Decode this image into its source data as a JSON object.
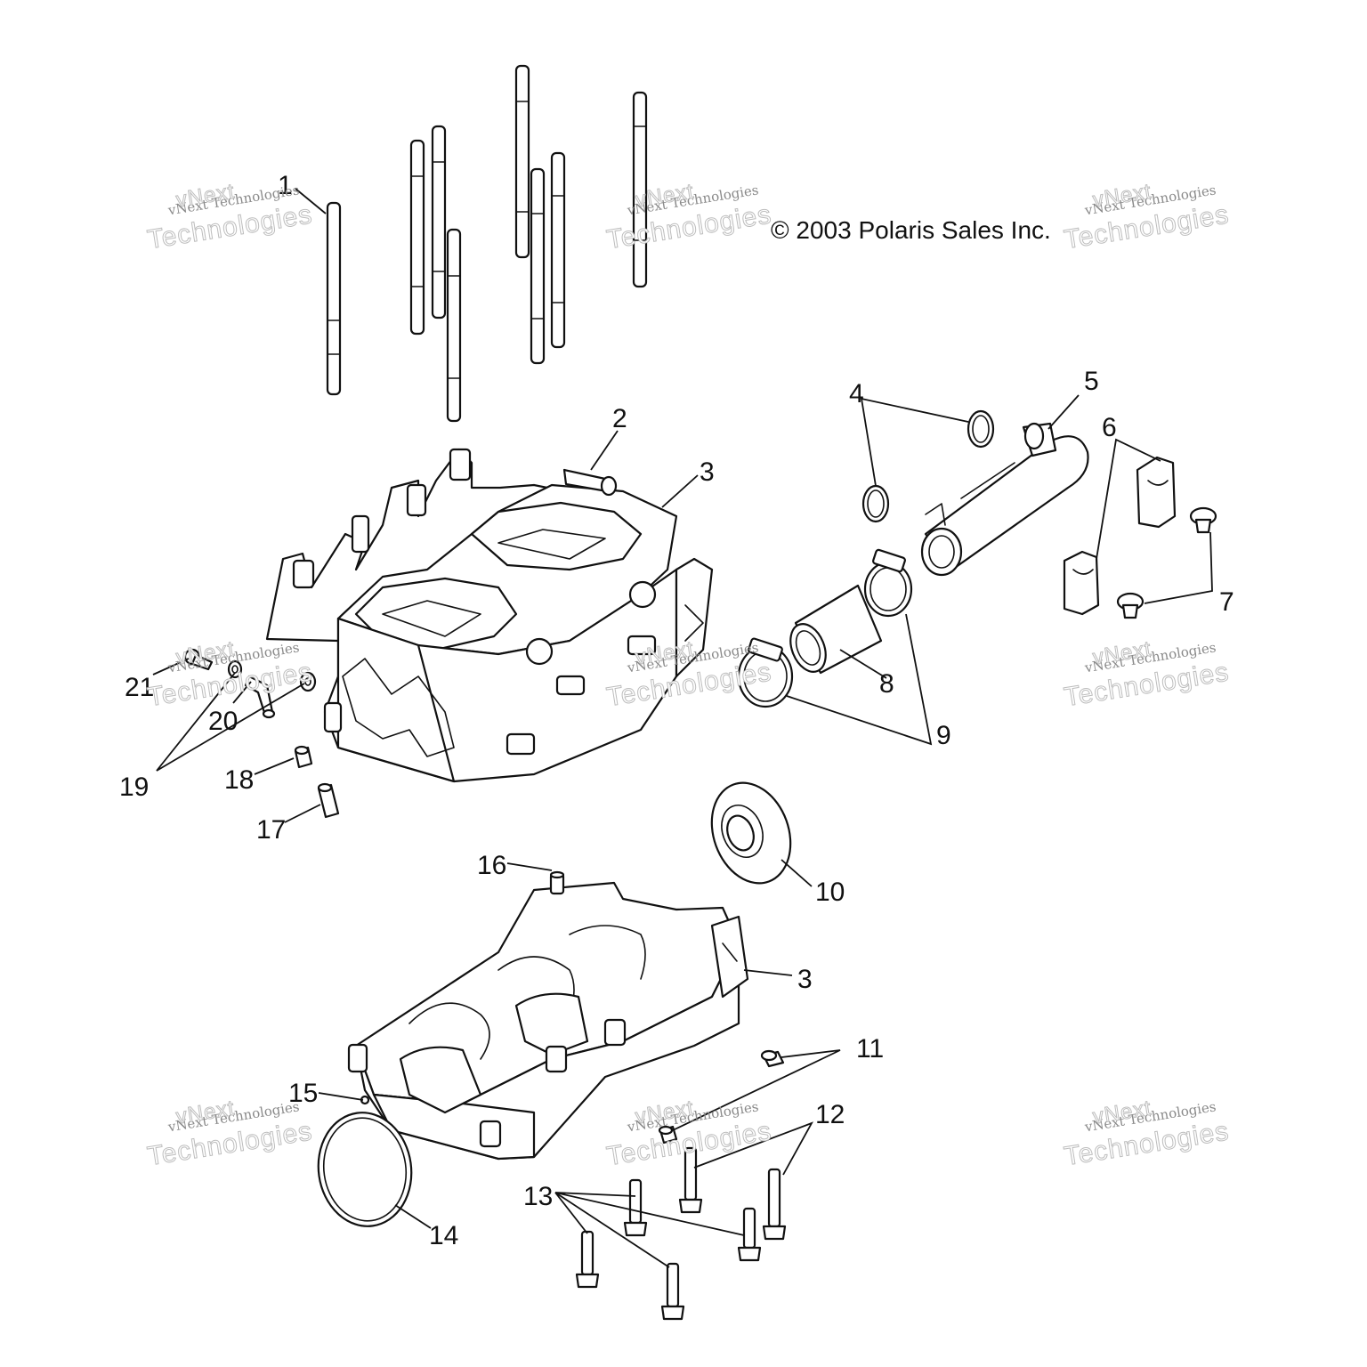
{
  "copyright": "© 2003 Polaris Sales Inc.",
  "watermark": {
    "line1": "vNext Technologies",
    "line2": "vNext",
    "line3": "Technologies"
  },
  "labels": {
    "l1": "1",
    "l2": "2",
    "l3a": "3",
    "l3b": "3",
    "l4": "4",
    "l5": "5",
    "l6": "6",
    "l7": "7",
    "l8": "8",
    "l9": "9",
    "l10": "10",
    "l11": "11",
    "l12": "12",
    "l13": "13",
    "l14": "14",
    "l15": "15",
    "l16": "16",
    "l17": "17",
    "l18": "18",
    "l19": "19",
    "l20": "20",
    "l21": "21"
  }
}
